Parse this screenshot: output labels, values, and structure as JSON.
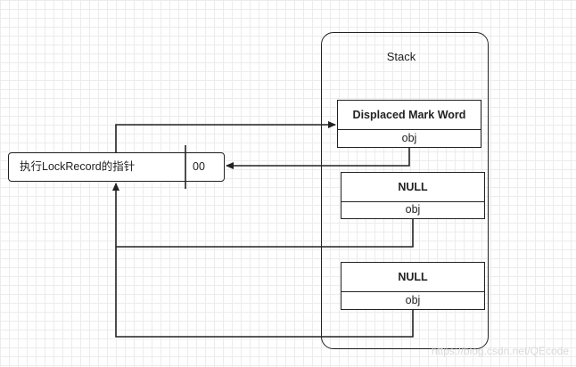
{
  "stack": {
    "title": "Stack"
  },
  "records": [
    {
      "top": "Displaced Mark Word",
      "bottom": "obj"
    },
    {
      "top": "NULL",
      "bottom": "obj"
    },
    {
      "top": "NULL",
      "bottom": "obj"
    }
  ],
  "pointer": {
    "label": "执行LockRecord的指针",
    "bits": "00"
  },
  "watermark": "https://blog.csdn.net/QEcode"
}
